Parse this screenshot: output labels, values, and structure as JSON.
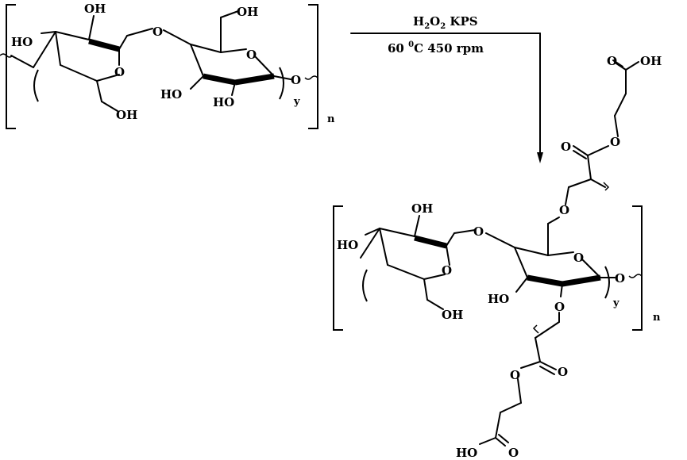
{
  "reaction": {
    "condition_top": "H2O2 KPS",
    "condition_top_parts": {
      "h": "H",
      "sub2a": "2",
      "o": "O",
      "sub2b": "2",
      "rest": " KPS"
    },
    "condition_bottom": "60 0C 450 rpm",
    "condition_bottom_parts": {
      "temp": "60 ",
      "sup": "0",
      "unit": "C 450 rpm"
    }
  },
  "reactant": {
    "oh_top": "OH",
    "ho_left": "HO",
    "o_ring1": "O",
    "o_link": "O",
    "oh_ch2": "OH",
    "oh_bottom1": "OH",
    "o_ring2": "O",
    "ho_ring2": "HO",
    "oh_ring2": "HO",
    "o_end": "O",
    "sub_y": "y",
    "sub_n": "n"
  },
  "product": {
    "oh_top": "OH",
    "ho_left": "HO",
    "o_ring1": "O",
    "o_link": "O",
    "oh_bottom1": "OH",
    "o_ring2": "O",
    "ho_ring2": "HO",
    "o_end": "O",
    "o_graft_top": "O",
    "o_graft_bottom": "O",
    "sub_y": "y",
    "sub_n": "n",
    "graft_top": {
      "cooh_o": "O",
      "cooh_oh": "OH",
      "ester_o": "O",
      "carbonyl_o": "O"
    },
    "graft_bottom": {
      "ester_o": "O",
      "carbonyl_o": "O",
      "cooh_ho": "HO",
      "cooh_o": "O"
    }
  }
}
